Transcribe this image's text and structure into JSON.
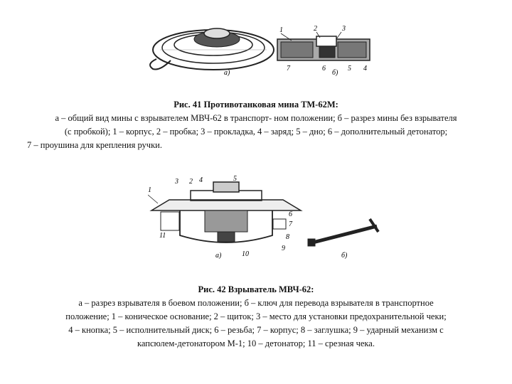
{
  "figure41": {
    "label_a": "а)",
    "label_b": "б)",
    "callouts_top": [
      "1",
      "2",
      "3"
    ],
    "callouts_bottom": [
      "7",
      "6",
      "5",
      "4"
    ],
    "caption_title": "Рис. 41  Противотанковая мина  ТМ-62М:",
    "caption_lines": [
      "а – общий вид мины с взрывателем МВЧ-62 в транспорт- ном положении;   б – разрез мины без взрывателя",
      "(с пробкой); 1 – корпус, 2 –  пробка;  3 – прокладка, 4 – заряд; 5 –  дно; 6 – дополнительный детонатор;",
      "7 – проушина для крепления  ручки."
    ]
  },
  "figure42": {
    "label_a": "а)",
    "label_b": "б)",
    "callouts": [
      "1",
      "2",
      "3",
      "4",
      "5",
      "6",
      "7",
      "8",
      "9",
      "10",
      "11"
    ],
    "caption_title": "Рис. 42   Взрыватель МВЧ-62:",
    "caption_lines": [
      "а – разрез взрывателя в боевом   положении; б – ключ для перевода взрывателя в транспортное",
      "положение; 1 – коническое основание; 2 – щиток;  3 – место для установки предохранительной чеки;",
      "4 –  кнопка;   5 – исполнительный диск; 6 –  резьба;   7 – корпус; 8 – заглушка; 9 –  ударный механизм с",
      "капсюлем-детонатором М-1; 10 –  детонатор; 11 – срезная чека."
    ]
  }
}
